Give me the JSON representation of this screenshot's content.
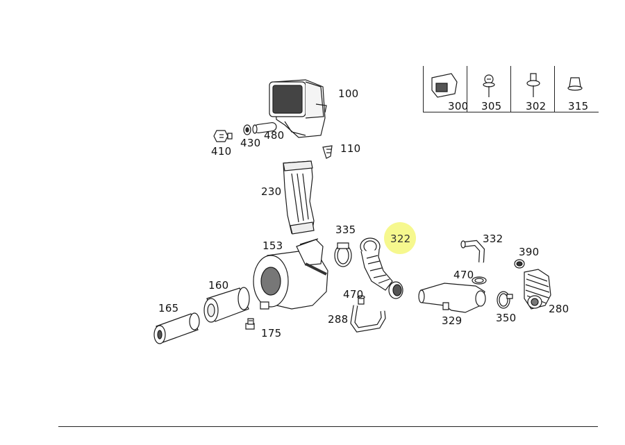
{
  "diagram": {
    "highlighted_part": "322",
    "parts": [
      {
        "id": "p100",
        "label": "100"
      },
      {
        "id": "p110",
        "label": "110"
      },
      {
        "id": "p410",
        "label": "410"
      },
      {
        "id": "p430",
        "label": "430"
      },
      {
        "id": "p480",
        "label": "480"
      },
      {
        "id": "p230",
        "label": "230"
      },
      {
        "id": "p153",
        "label": "153"
      },
      {
        "id": "p160",
        "label": "160"
      },
      {
        "id": "p165",
        "label": "165"
      },
      {
        "id": "p175",
        "label": "175"
      },
      {
        "id": "p335",
        "label": "335"
      },
      {
        "id": "p322",
        "label": "322"
      },
      {
        "id": "p470a",
        "label": "470"
      },
      {
        "id": "p288",
        "label": "288"
      },
      {
        "id": "p329",
        "label": "329"
      },
      {
        "id": "p332",
        "label": "332"
      },
      {
        "id": "p470b",
        "label": "470"
      },
      {
        "id": "p350",
        "label": "350"
      },
      {
        "id": "p390",
        "label": "390"
      },
      {
        "id": "p280",
        "label": "280"
      }
    ],
    "legend": [
      {
        "label": "300"
      },
      {
        "label": "305"
      },
      {
        "label": "302"
      },
      {
        "label": "315"
      }
    ]
  },
  "colors": {
    "line": "#1a1a1a",
    "highlight": "#f4f77a",
    "background": "#ffffff"
  }
}
